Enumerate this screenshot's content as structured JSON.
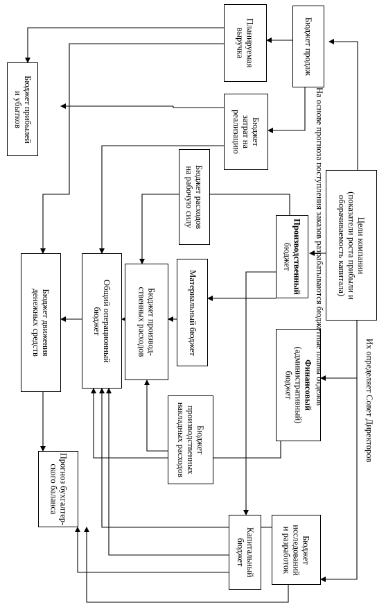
{
  "boxes": {
    "sales_budget": "Бюджет продаж",
    "planned_revenue": "Планируемая\nвыручка",
    "profit_loss_budget": "Бюджет прибылей\nи убытков",
    "sales_expense_budget": "Бюджет\nзатрат на\nреализацию",
    "company_goals": "Цели компании\n(показатели роста прибыли и\nоборачиваемость капитала)",
    "labor_budget": "Бюджет расходов\nна рабочую силу",
    "production_budget_bold": "Производственный",
    "production_budget_rest": "бюджет",
    "material_budget": "Материальный бюджет",
    "production_expense_budget": "Бюджет производ-\nственных расходов",
    "general_operating_budget": "Общий операционный\nбюджет",
    "cash_flow_budget": "Бюджет движения\nденежных средств",
    "financial_budget_bold": "Финансовый",
    "financial_budget_rest": "(административный)\nбюджет",
    "overhead_budget": "Бюджет\nпроизводственных\nнакладных расходов",
    "balance_forecast": "Прогноз бухгалтер-\nского баланса",
    "research_budget": "Бюджет\nисследований\nи разработок",
    "capital_budget": "Капитальный\nбюджет"
  },
  "labels": {
    "forecast_basis": "На основе прогноза поступления заказов разрабатываются бюджетные планы отделов",
    "board_defines": "Их определяет Совет Директоров"
  }
}
